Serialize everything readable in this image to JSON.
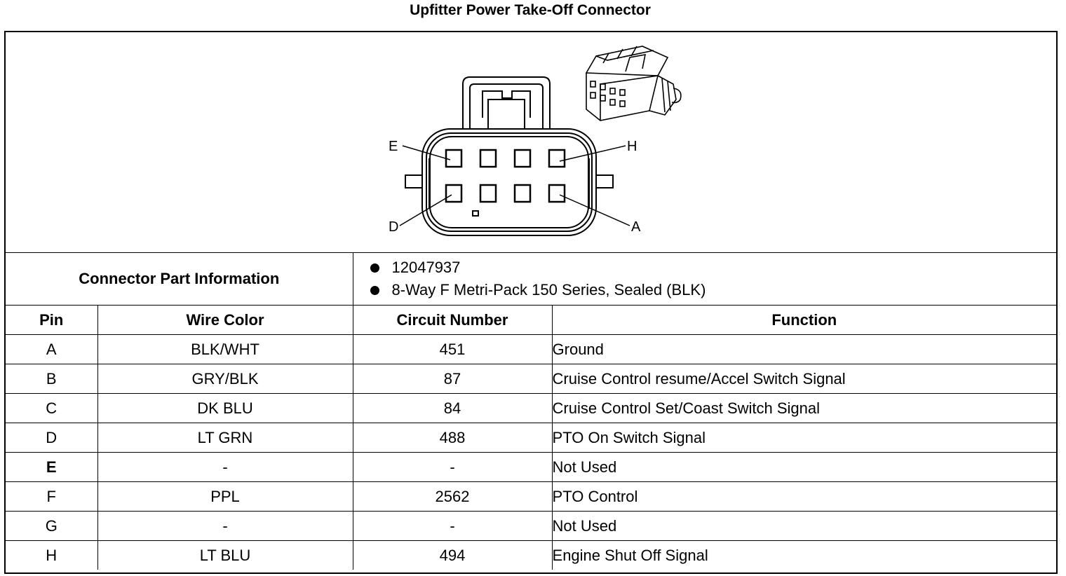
{
  "title": "Upfitter Power Take-Off Connector",
  "diagram": {
    "pin_labels": [
      "E",
      "H",
      "D",
      "A"
    ]
  },
  "part_info": {
    "label": "Connector Part Information",
    "items": [
      "12047937",
      "8-Way F Metri-Pack 150 Series, Sealed (BLK)"
    ]
  },
  "table": {
    "headers": [
      "Pin",
      "Wire Color",
      "Circuit Number",
      "Function"
    ],
    "rows": [
      {
        "pin": "A",
        "wire_color": "BLK/WHT",
        "circuit": "451",
        "function": "Ground"
      },
      {
        "pin": "B",
        "wire_color": "GRY/BLK",
        "circuit": "87",
        "function": "Cruise Control resume/Accel Switch Signal"
      },
      {
        "pin": "C",
        "wire_color": "DK BLU",
        "circuit": "84",
        "function": "Cruise Control Set/Coast Switch Signal"
      },
      {
        "pin": "D",
        "wire_color": "LT GRN",
        "circuit": "488",
        "function": "PTO On Switch Signal"
      },
      {
        "pin": "E",
        "wire_color": "-",
        "circuit": "-",
        "function": "Not Used"
      },
      {
        "pin": "F",
        "wire_color": "PPL",
        "circuit": "2562",
        "function": "PTO Control"
      },
      {
        "pin": "G",
        "wire_color": "-",
        "circuit": "-",
        "function": "Not Used"
      },
      {
        "pin": "H",
        "wire_color": "LT BLU",
        "circuit": "494",
        "function": "Engine Shut Off Signal"
      }
    ]
  }
}
